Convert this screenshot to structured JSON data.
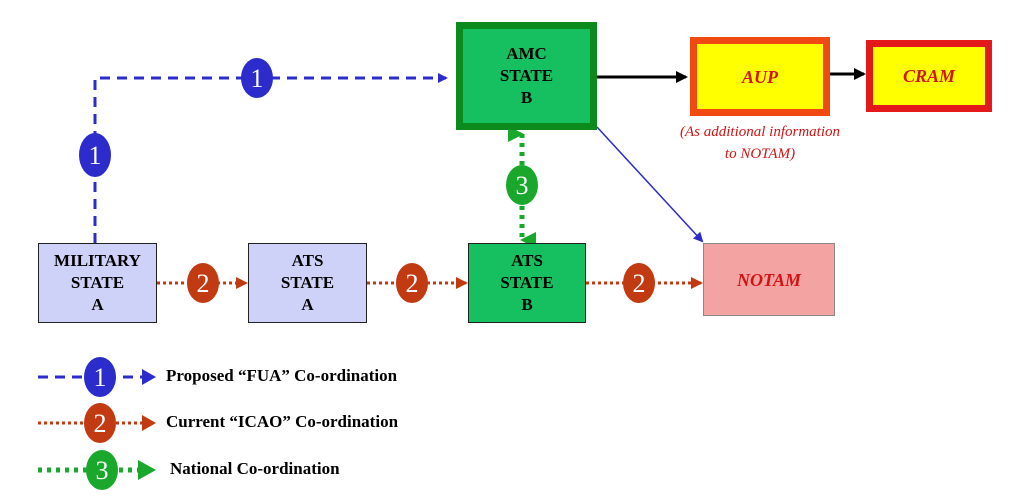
{
  "boxes": {
    "military_state_a": [
      "MILITARY",
      "STATE",
      "A"
    ],
    "ats_state_a": [
      "ATS",
      "STATE",
      "A"
    ],
    "ats_state_b": [
      "ATS",
      "STATE",
      "B"
    ],
    "amc_state_b": [
      "AMC",
      "STATE",
      "B"
    ],
    "aup": "AUP",
    "cram": "CRAM",
    "notam": "NOTAM"
  },
  "aup_note": [
    "(As additional information",
    "to NOTAM)"
  ],
  "badges": {
    "one": "1",
    "two": "2",
    "three": "3"
  },
  "legend": [
    {
      "badge": "1",
      "label": "Proposed “FUA” Co-ordination",
      "style": "dashed",
      "color": "#2c2ccc"
    },
    {
      "badge": "2",
      "label": "Current “ICAO” Co-ordination",
      "style": "dotted",
      "color": "#c23a12"
    },
    {
      "badge": "3",
      "label": "National Co-ordination",
      "style": "dotted-heavy",
      "color": "#19a82c"
    }
  ],
  "colors": {
    "fua": "#2c2ccc",
    "icao": "#c23a12",
    "national": "#19a82c",
    "notam_text": "#d21313"
  }
}
